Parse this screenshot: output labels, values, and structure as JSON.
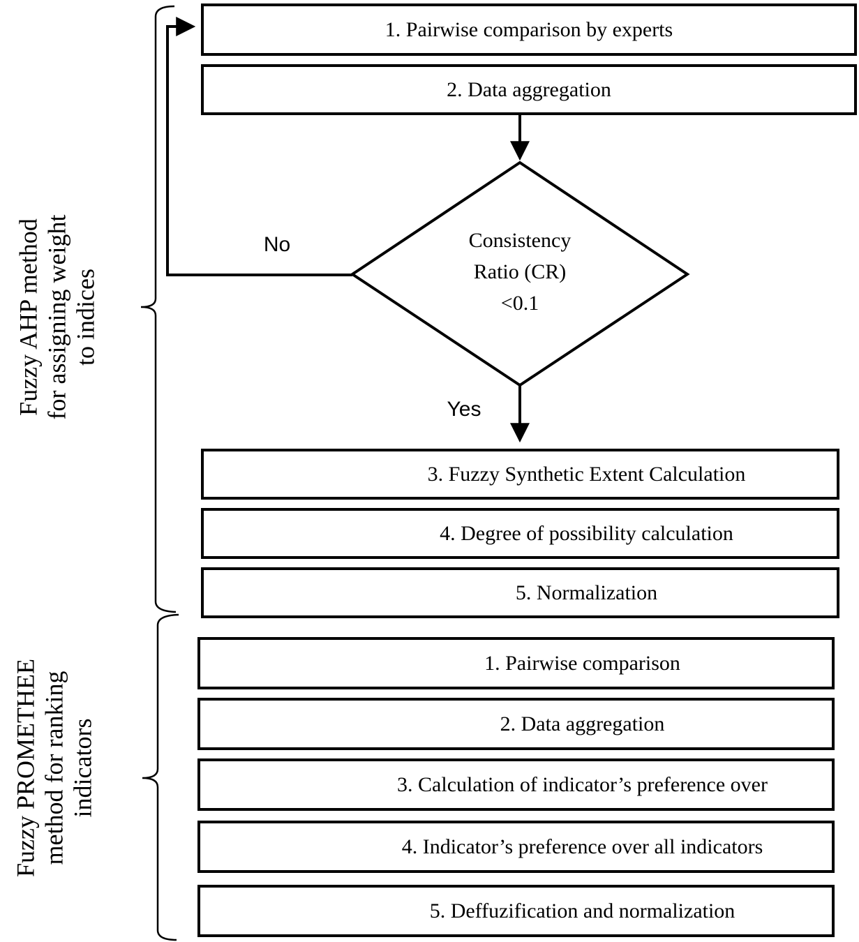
{
  "flowchart": {
    "ahp": {
      "side_label": {
        "line1": "Fuzzy AHP method",
        "line2": "for assigning weight",
        "line3": "to indices"
      },
      "steps": [
        "1. Pairwise comparison by experts",
        "2. Data aggregation",
        "3. Fuzzy Synthetic Extent Calculation",
        "4. Degree of possibility calculation",
        "5. Normalization"
      ],
      "decision": {
        "line1": "Consistency",
        "line2": "Ratio (CR)",
        "line3": "<0.1"
      },
      "branch_no": "No",
      "branch_yes": "Yes"
    },
    "promethee": {
      "side_label": {
        "line1": "Fuzzy PROMETHEE",
        "line2": "method for ranking",
        "line3": "indicators"
      },
      "steps": [
        "1. Pairwise comparison",
        "2. Data aggregation",
        "3. Calculation of indicator’s preference over",
        "4. Indicator’s preference over all indicators",
        "5. Deffuzification and normalization"
      ]
    },
    "colors": {
      "ink": "#000000",
      "background": "#ffffff"
    }
  }
}
